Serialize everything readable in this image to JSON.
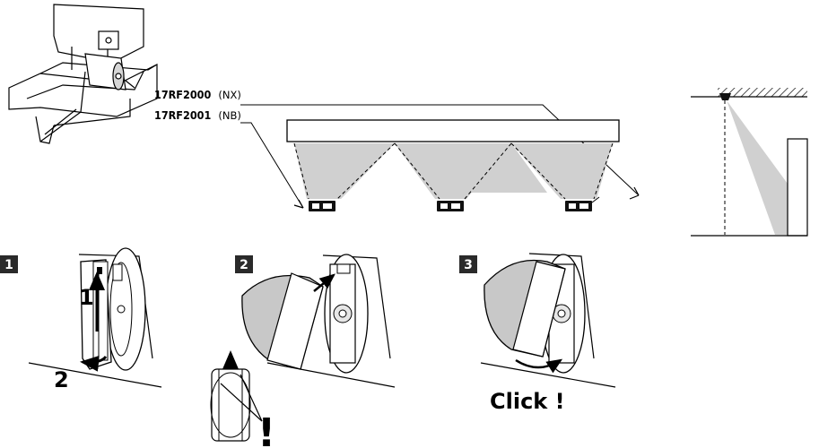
{
  "labels": {
    "model_a": "17RF2000",
    "model_a_variant": "(NX)",
    "model_b": "17RF2001",
    "model_b_variant": "(NB)"
  },
  "steps": [
    {
      "number": "1",
      "arrow_1": "1",
      "arrow_2": "2"
    },
    {
      "number": "2",
      "warning": "!"
    },
    {
      "number": "3",
      "click_text": "Click !"
    }
  ],
  "colors": {
    "detection_zone": "#d0d0d0",
    "sensor_body": "#c8c8c8",
    "line": "#000000",
    "badge": "#2a2a2a"
  }
}
